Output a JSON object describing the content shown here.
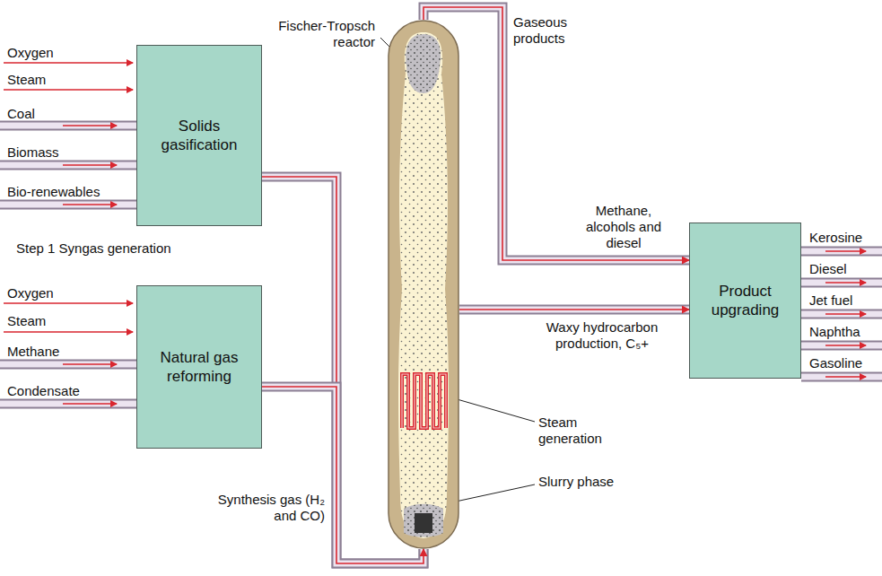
{
  "diagram": {
    "nodes": [
      {
        "text": [
          "Solids gasification"
        ]
      },
      {
        "text": [
          "Natural gas reforming"
        ]
      },
      {
        "text": [
          "Fischer-Tropsch reactor"
        ]
      },
      {
        "text": [
          "Product upgrading"
        ]
      }
    ],
    "edges": [
      {
        "from": 0,
        "to": 2,
        "arrow": "to"
      },
      {
        "from": 1,
        "to": 2,
        "arrow": "to"
      },
      {
        "from": 2,
        "to": 3,
        "arrow": "to",
        "label": "Methane, alcohols and diesel"
      },
      {
        "from": 2,
        "to": 3,
        "arrow": "to",
        "label": "Waxy hydrocarbon production, C₅+"
      }
    ],
    "labels": [
      "Oxygen",
      "Steam",
      "Coal",
      "Biomass",
      "Bio-renewables",
      "Step 1 Syngas generation",
      "Oxygen",
      "Steam",
      "Methane",
      "Condensate",
      "Synthesis gas (H₂ and CO)",
      "Gaseous products",
      "Steam generation",
      "Slurry phase",
      "Kerosine",
      "Diesel",
      "Jet fuel",
      "Naphtha",
      "Gasoline"
    ]
  }
}
